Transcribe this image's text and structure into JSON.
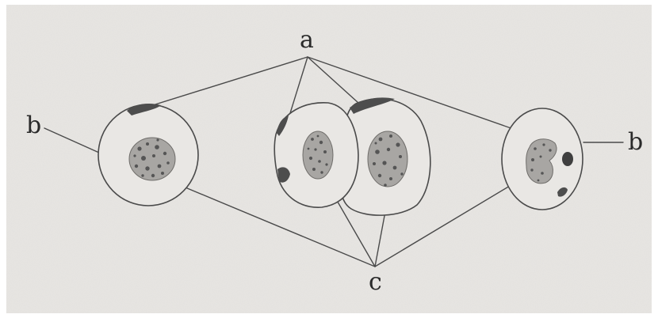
{
  "figure": {
    "labels": {
      "a": "a",
      "b_left": "b",
      "b_right": "b",
      "c": "c"
    },
    "colors": {
      "paper": "#e8e6e3",
      "paper_edge": "#d9d6d2",
      "ink": "#4a4a4a",
      "nucleus_fill": "#a8a6a3",
      "granule": "#555555",
      "dark_mark": "#4d4d4d"
    }
  }
}
